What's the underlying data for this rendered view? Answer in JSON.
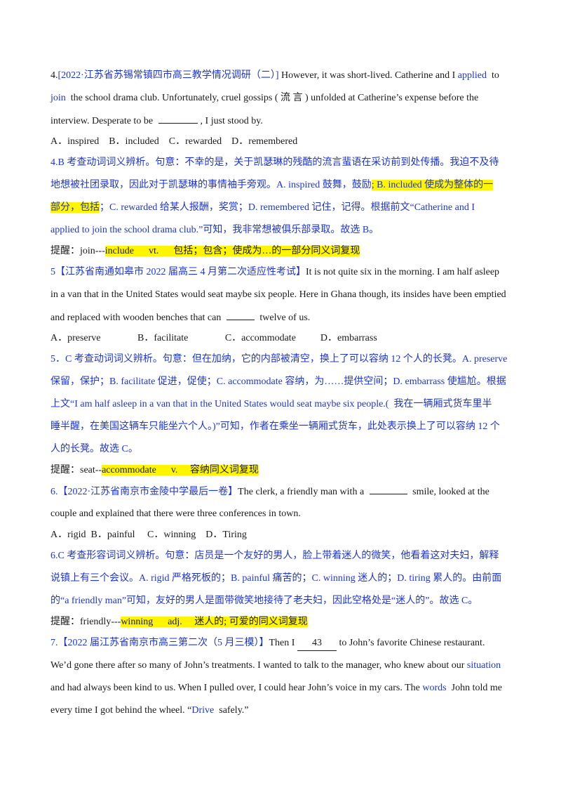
{
  "q4": {
    "num": "4.",
    "source": "[2022·江苏省苏锡常镇四市高三教学情况调研（二）]",
    "l1_rest": " However, it was short-lived. Catherine and I ",
    "l1_blue": "applied",
    "l1_end": "  to",
    "l2_blue": "join",
    "l2_rest": "  the school drama club. Unfortunately, cruel gossips ( 流 言 ) unfolded at Catherine’s expense before the",
    "l3_a": "interview. Desperate to be ",
    "l3_b": ", I just stood by.",
    "options": "A．inspired    B．included    C．rewarded    D．remembered",
    "ans1": "4.B 考查动词词义辨析。句意：不幸的是，关于凯瑟琳的残酷的流言蜚语在采访前到处传播。我迫不及待",
    "ans2a": "地想被社团录取，因此对于凯瑟琳的事情袖手旁观。A. inspired 鼓舞，鼓励",
    "ans2b": "; B. included 使成为整体的一",
    "ans3a": "部分，包括",
    "ans3b": "；C. rewarded 给某人报酬，奖赏；D. remembered 记住，记得。根据前文“Catherine and I",
    "ans4": "applied to join the school drama club.”可知，我非常想被俱乐部录取。故选 B。",
    "rmk_a": "提醒：join---",
    "rmk_b": "include      vt.      包括；包含；使成为…的一部分同义词复现"
  },
  "q5": {
    "source": "5【江苏省南通如皋市 2022 届高三 4 月第二次适应性考试】",
    "l1_rest": "It is not quite six in the morning. I am half asleep",
    "l2": "in a van that in the United States would seat maybe six people. Here in Ghana though, its insides have been emptied",
    "l3_a": "and replaced with wooden benches that can ",
    "l3_b": " twelve of us.",
    "options": "A．preserve               B．facilitate               C．accommodate          D．embarrass",
    "ans1": "5．C 考查动词词义辨析。句意：但在加纳，它的内部被清空，换上了可以容纳 12 个人的长凳。A. preserve",
    "ans2": "保留，保护；B. facilitate 促进，促使；C. accommodate 容纳，为……提供空间；D. embarrass 使尴尬。根据",
    "ans3": "上文“I am half asleep in a van that in the United States would seat maybe six people.(  我在一辆厢式货车里半",
    "ans4": "睡半醒，在美国这辆车只能坐六个人。)”可知，作者在乘坐一辆厢式货车，此处表示换上了可以容纳 12 个",
    "ans5": "人的长凳。故选 C。",
    "rmk_a": "提醒：seat--",
    "rmk_b": "accommodate      v.     容纳同义词复现"
  },
  "q6": {
    "source": "6.【2022·江苏省南京市金陵中学最后一卷】",
    "l1_a": "The clerk, a friendly man with a ",
    "l1_b": " smile, looked at the",
    "l2": "couple and explained that there were three conferences in town.",
    "options": "A．rigid  B．painful     C．winning    D．Tiring",
    "ans1": "6.C 考查形容词词义辨析。句意：店员是一个友好的男人，脸上带着迷人的微笑，他看着这对夫妇，解释",
    "ans2": "说镇上有三个会议。A. rigid 严格死板的；B. painful 痛苦的；C. winning 迷人的；D. tiring 累人的。由前面",
    "ans3": "的“a friendly man”可知，友好的男人是面带微笑地接待了老夫妇，因此空格处是“迷人的”。故选 C。",
    "rmk_a": "提醒：friendly---",
    "rmk_b": "winning      adj.     迷人的; 可爱的同义词复现"
  },
  "q7": {
    "source": "7.【2022 届江苏省南京市高三第二次（5 月三模）】",
    "l1_a": "Then I ",
    "l1_num": "43",
    "l1_b": " to John’s favorite Chinese restaurant.",
    "l2_a": "We’d gone there after so many of John’s treatments. I wanted to talk to the manager, who knew about our ",
    "l2_blue": "situation",
    "l3_a": "and had always been kind to us. When I pulled over, I could hear John’s voice in my cars. The ",
    "l3_blue": "words",
    "l3_b": "  John told me",
    "l4_a": "every time I got behind the wheel. “",
    "l4_blue": "Drive",
    "l4_b": "  safely.”"
  },
  "colors": {
    "answer_text": "#1f35d0",
    "highlight": "#fff500",
    "body_text": "#1a1a1a"
  }
}
